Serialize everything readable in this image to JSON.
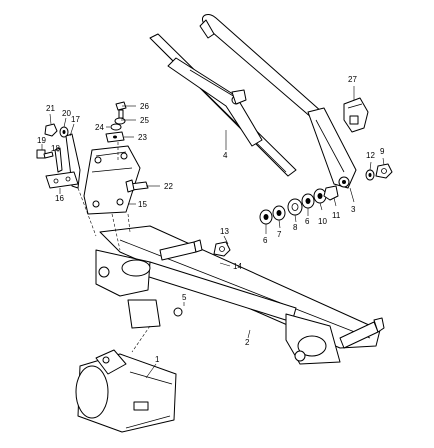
{
  "diagram": {
    "callouts": {
      "c1": "1",
      "c2": "2",
      "c3": "3",
      "c4": "4",
      "c5": "5",
      "c6a": "6",
      "c6b": "6",
      "c7": "7",
      "c8": "8",
      "c9": "9",
      "c10": "10",
      "c11": "11",
      "c12": "12",
      "c13": "13",
      "c14": "14",
      "c15": "15",
      "c16": "16",
      "c17": "17",
      "c18": "18",
      "c19": "19",
      "c20": "20",
      "c21": "21",
      "c22": "22",
      "c23": "23",
      "c24": "24",
      "c25": "25",
      "c26": "26",
      "c27": "27"
    }
  }
}
